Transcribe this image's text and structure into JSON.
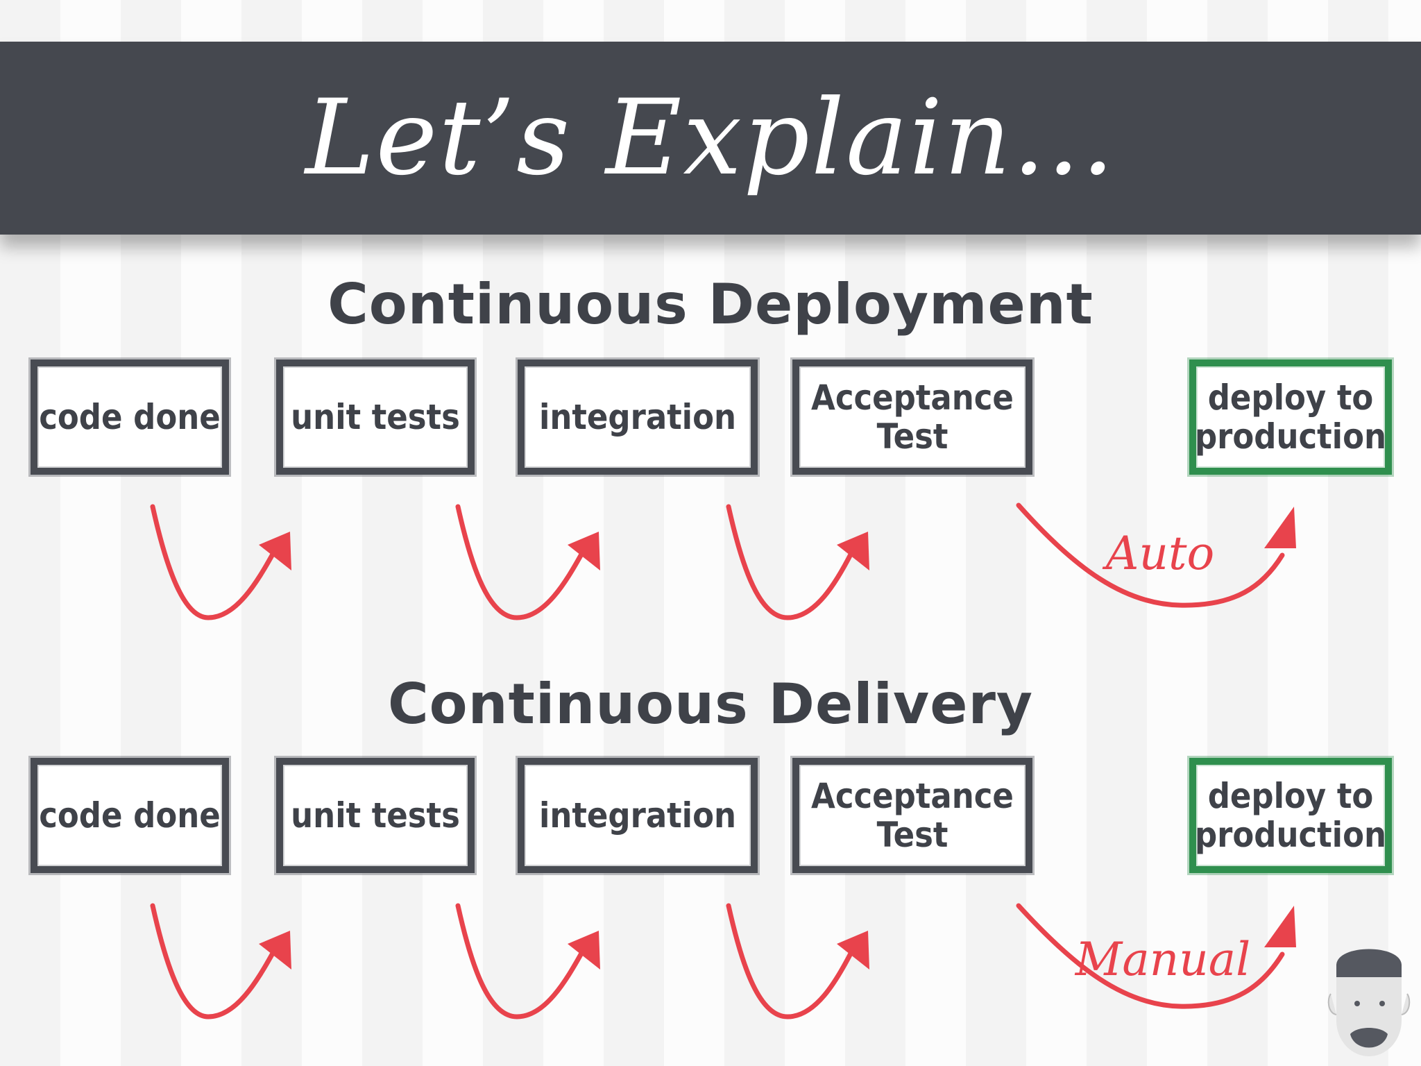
{
  "banner": {
    "title": "Let’s Explain..."
  },
  "sections": [
    {
      "title": "Continuous Deployment",
      "steps": [
        {
          "label": "code done"
        },
        {
          "label": "unit tests"
        },
        {
          "label": "integration"
        },
        {
          "label": "Acceptance\nTest"
        },
        {
          "label": "deploy to\nproduction"
        }
      ],
      "final_transition_label": "Auto"
    },
    {
      "title": "Continuous Delivery",
      "steps": [
        {
          "label": "code done"
        },
        {
          "label": "unit tests"
        },
        {
          "label": "integration"
        },
        {
          "label": "Acceptance\nTest"
        },
        {
          "label": "deploy to\nproduction"
        }
      ],
      "final_transition_label": "Manual"
    }
  ],
  "colors": {
    "banner": "#45484f",
    "box_border": "#484b52",
    "final_box_border": "#2f8f4e",
    "arrow": "#e8434c",
    "text": "#3f4249"
  },
  "icons": {
    "avatar": "bearded-man-avatar-icon"
  }
}
